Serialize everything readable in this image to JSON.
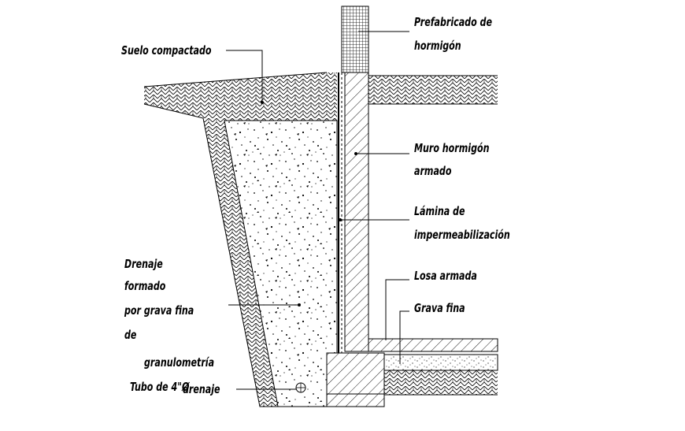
{
  "diagram": {
    "labels": {
      "suelo": "Suelo compactado",
      "prefab_line1": "Prefabricado de",
      "prefab_line2": "hormigón",
      "muro_line1": "Muro hormigón",
      "muro_line2": "armado",
      "lamina_line1": "Lámina de",
      "lamina_line2": "impermeabilización",
      "losa": "Losa armada",
      "grava": "Grava fina",
      "drenaje_line1": "Drenaje",
      "drenaje_line2": "formado",
      "drenaje_line3": "por grava fina",
      "drenaje_line4": "de",
      "drenaje_line5": "granulometría",
      "tubo": "Tubo de 4\"Ø",
      "tubo_overlap": "drenaje"
    },
    "colors": {
      "ink": "#000000",
      "background": "#ffffff"
    }
  }
}
